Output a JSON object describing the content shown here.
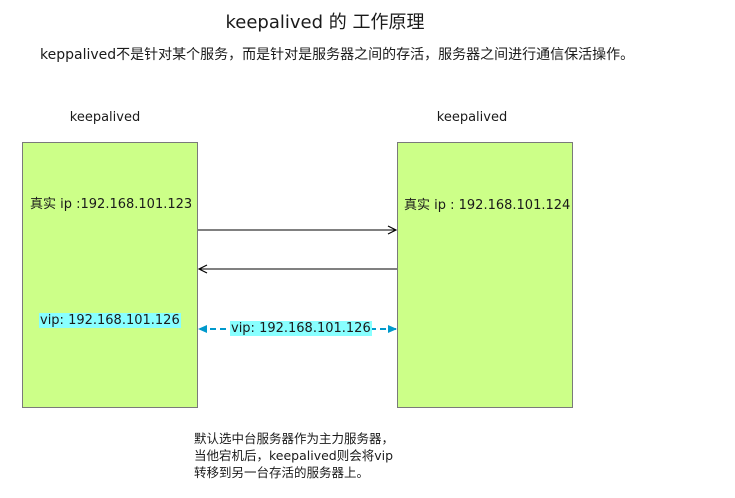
{
  "title": "keepalived 的 工作原理",
  "subtitle": "keppalived不是针对某个服务，而是针对是服务器之间的存活，服务器之间进行通信保活操作。",
  "left_server": {
    "label": "keepalived",
    "real_ip": "真实 ip :192.168.101.123",
    "vip": "vip: 192.168.101.126"
  },
  "right_server": {
    "label": "keepalived",
    "real_ip": "真实 ip : 192.168.101.124"
  },
  "vip_link": {
    "label": "vip: 192.168.101.126",
    "color": "#0099cc"
  },
  "note": [
    "默认选中台服务器作为主力服务器，",
    "当他宕机后，keepalived则会将vip",
    "转移到另一台存活的服务器上。"
  ],
  "colors": {
    "server_fill": "#ccff88",
    "vip_highlight": "#88ffff"
  }
}
